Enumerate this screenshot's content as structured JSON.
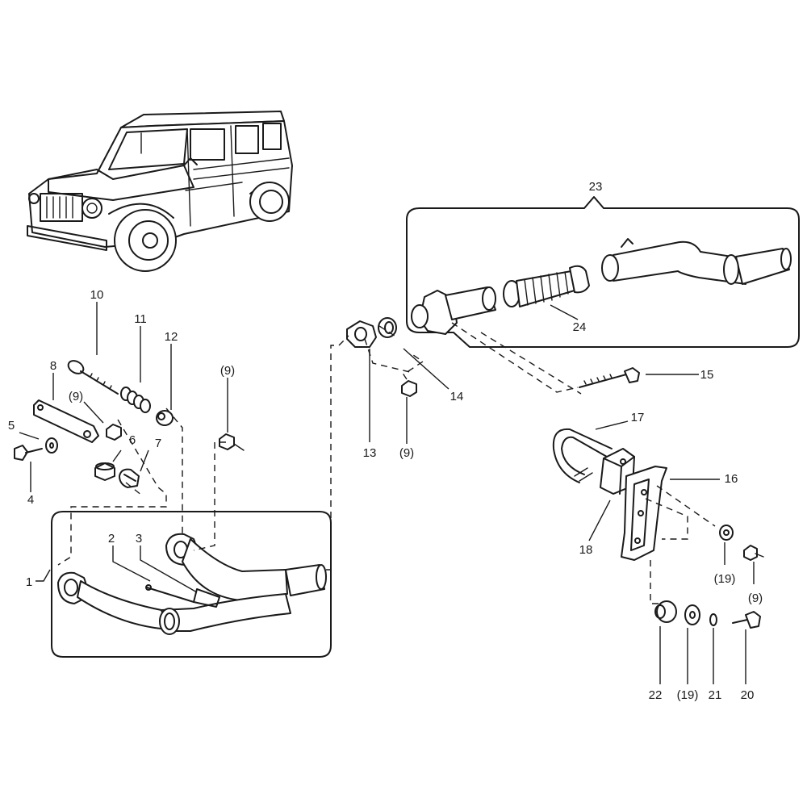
{
  "callouts": {
    "c1": "1",
    "c2": "2",
    "c3": "3",
    "c4": "4",
    "c5": "5",
    "c6": "6",
    "c7": "7",
    "c8": "8",
    "c10": "10",
    "c11": "11",
    "c12": "12",
    "c13": "13",
    "c14": "14",
    "c15": "15",
    "c16": "16",
    "c17": "17",
    "c18": "18",
    "c20": "20",
    "c21": "21",
    "c22": "22",
    "c23": "23",
    "c24": "24",
    "c9": "(9)",
    "c19": "(19)"
  }
}
